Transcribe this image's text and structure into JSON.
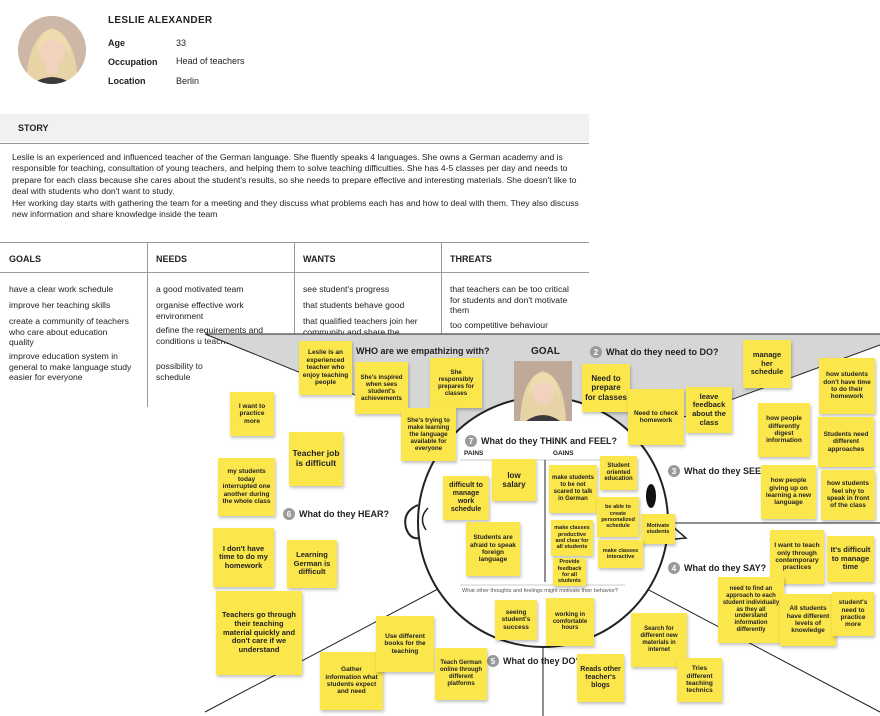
{
  "persona": {
    "name": "LESLIE ALEXANDER",
    "fields": [
      {
        "label": "Age",
        "value": "33"
      },
      {
        "label": "Occupation",
        "value": "Head of teachers"
      },
      {
        "label": "Location",
        "value": "Berlin"
      }
    ]
  },
  "story": {
    "heading": "STORY",
    "text": "Leslie is an experienced and influenced teacher of the German language. She fluently speaks 4 languages. She owns a German academy and is responsible for teaching, consultation of young teachers, and helping them to solve teaching difficulties. She has 4-5 classes per day and needs to prepare for each class because she cares about the student's results, so she needs to prepare effective and interesting materials. She doesn't like to deal with students who don't want to study.",
    "text2": "Her working day starts with gathering the team for a meeting and they discuss what problems each has and how to deal with them. They also discuss new information and share knowledge inside the team"
  },
  "columns": {
    "goals": {
      "heading": "GOALS",
      "items": [
        "have a clear work schedule",
        "improve her teaching skills",
        "create a community of teachers who care about education quality",
        "improve education system in general to make language study easier for everyone"
      ]
    },
    "needs": {
      "heading": "NEEDS",
      "items": [
        "a good motivated team",
        "organise effective work environment",
        "define the requirements and conditions u teachers ca",
        "possibility to schedule"
      ]
    },
    "wants": {
      "heading": "WANTS",
      "items": [
        "see student's progress",
        "that students behave good",
        "that qualified teachers join her community and share the"
      ]
    },
    "threats": {
      "heading": "THREATS",
      "items": [
        "that teachers can be too critical for students and don't motivate them",
        "too competitive behaviour"
      ]
    }
  },
  "map": {
    "q1": "WHO are we empathizing with?",
    "goal": "GOAL",
    "q2": {
      "num": "2",
      "text": "What do they need to DO?"
    },
    "q3": {
      "num": "3",
      "text": "What do they SEE?"
    },
    "q4": {
      "num": "4",
      "text": "What do they SAY?"
    },
    "q5": {
      "num": "5",
      "text": "What do they DO?"
    },
    "q6": {
      "num": "6",
      "text": "What do they HEAR?"
    },
    "q7": {
      "num": "7",
      "text": "What do they THINK and FEEL?"
    },
    "pains": "PAINS",
    "gains": "GAINS",
    "other": "What other thoughts and feelings might motivate their behavior?"
  },
  "notes": {
    "who1": "Leslie is an experienced teacher who enjoy teaching people",
    "who2": "She's inspired when sees student's achievements",
    "who3": "She responsibly prepares for classes",
    "who4": "She's trying to make learning the language available for everyone",
    "do1": "Need to prepare for classes",
    "do2": "Need to check homework",
    "do3": "leave feedback about the class",
    "do4": "manage her schedule",
    "see1": "how students don't have time to do their homework",
    "see2": "how people differently digest information",
    "see3": "Students need different approaches",
    "see4": "how people giving up on learning a new language",
    "see5": "how students feel shy to speak in front of the class",
    "say1": "I want to teach only through contemporary practices",
    "say2": "It's difficult to manage time",
    "say3": "need to find an approach to each student individually as they all understand information differently",
    "say4": "All students have different levels of knowledge",
    "say5": "student's need to practice more",
    "hear1": "I want to practice more",
    "hear2": "Teacher job is difficult",
    "hear3": "my students today interrupted one another during the whole class",
    "hear4": "I don't have time to do my homework",
    "hear5": "Learning German is difficult",
    "hear6": "Teachers go through their teaching material quickly and don't care if we understand",
    "pain1": "low salary",
    "pain2": "difficult to manage work schedule",
    "pain3": "Students are afraid to speak foreign language",
    "gain1": "make students to be not scared to talk in German",
    "gain2": "Student oriented education",
    "gain3": "be able to create personalized schedule",
    "gain4": "make classes productive and clear for all students",
    "gain5": "Motivate students",
    "gain6": "make classes interactive",
    "gain7": "Provide feedback for all students",
    "other1": "seeing student's success",
    "other2": "working in comfortable hours",
    "d1": "Gather information what students expect and need",
    "d2": "Use different books for the teaching",
    "d3": "Teach German online through different platforms",
    "d4": "Reads other teacher's blogs",
    "d5": "Search for different new materials in internet",
    "d6": "Tries different teaching technics"
  },
  "colors": {
    "sticky": "#fbe64c",
    "triangle": "#d6d6d6",
    "sechead": "#f1f1f1"
  }
}
